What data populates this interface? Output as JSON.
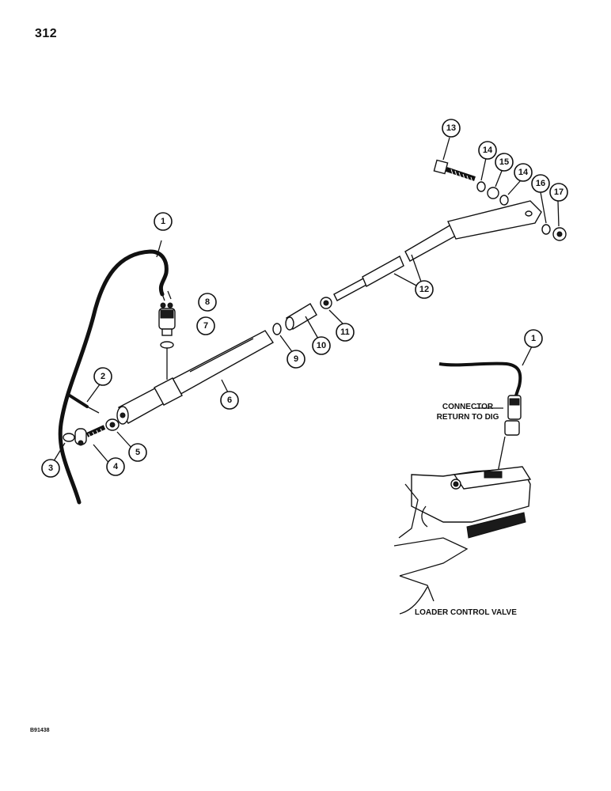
{
  "page": {
    "number": "312",
    "figure_code": "B91438"
  },
  "labels": {
    "connector_line1": "CONNECTOR",
    "connector_line2": "RETURN TO DIG",
    "valve": "LOADER CONTROL VALVE"
  },
  "callouts": [
    "1",
    "2",
    "3",
    "4",
    "5",
    "6",
    "7",
    "8",
    "9",
    "10",
    "11",
    "12",
    "13",
    "14",
    "15",
    "16",
    "17"
  ]
}
